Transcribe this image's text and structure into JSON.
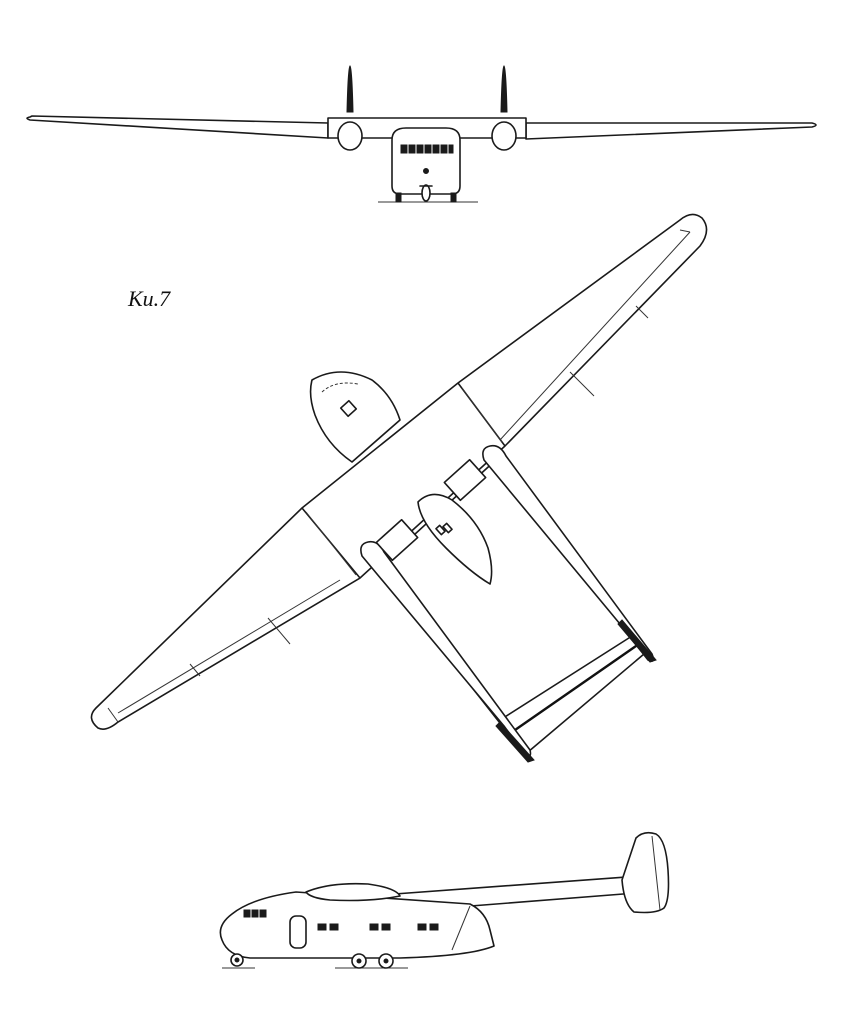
{
  "figure": {
    "label": "Ku.7",
    "line_color": "#1a1a1a",
    "background_color": "#ffffff",
    "views": [
      "front-view",
      "plan-view",
      "side-view"
    ]
  }
}
